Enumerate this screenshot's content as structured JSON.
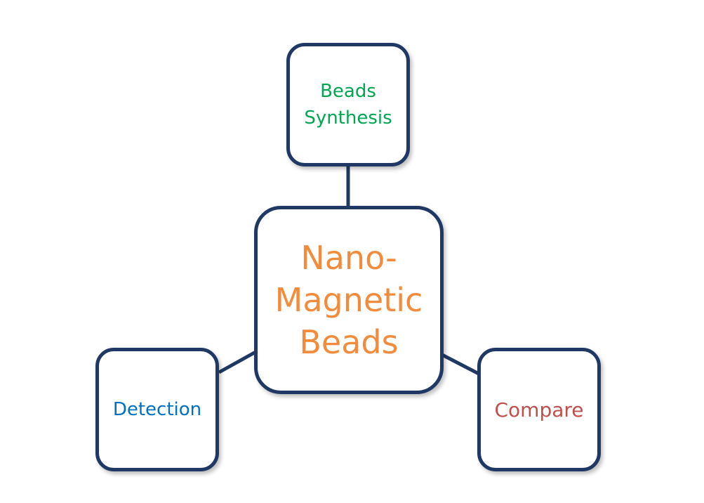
{
  "diagram": {
    "center": {
      "label_line1": "Nano-",
      "label_line2": "Magnetic",
      "label_line3": "Beads",
      "color": "#f28c3c"
    },
    "top": {
      "label_line1": "Beads",
      "label_line2": "Synthesis",
      "color": "#00a651"
    },
    "left": {
      "label": "Detection",
      "color": "#0070c0"
    },
    "right": {
      "label": "Compare",
      "color": "#c0504d"
    },
    "border_color": "#1f3864",
    "connector_color": "#1f3864"
  }
}
